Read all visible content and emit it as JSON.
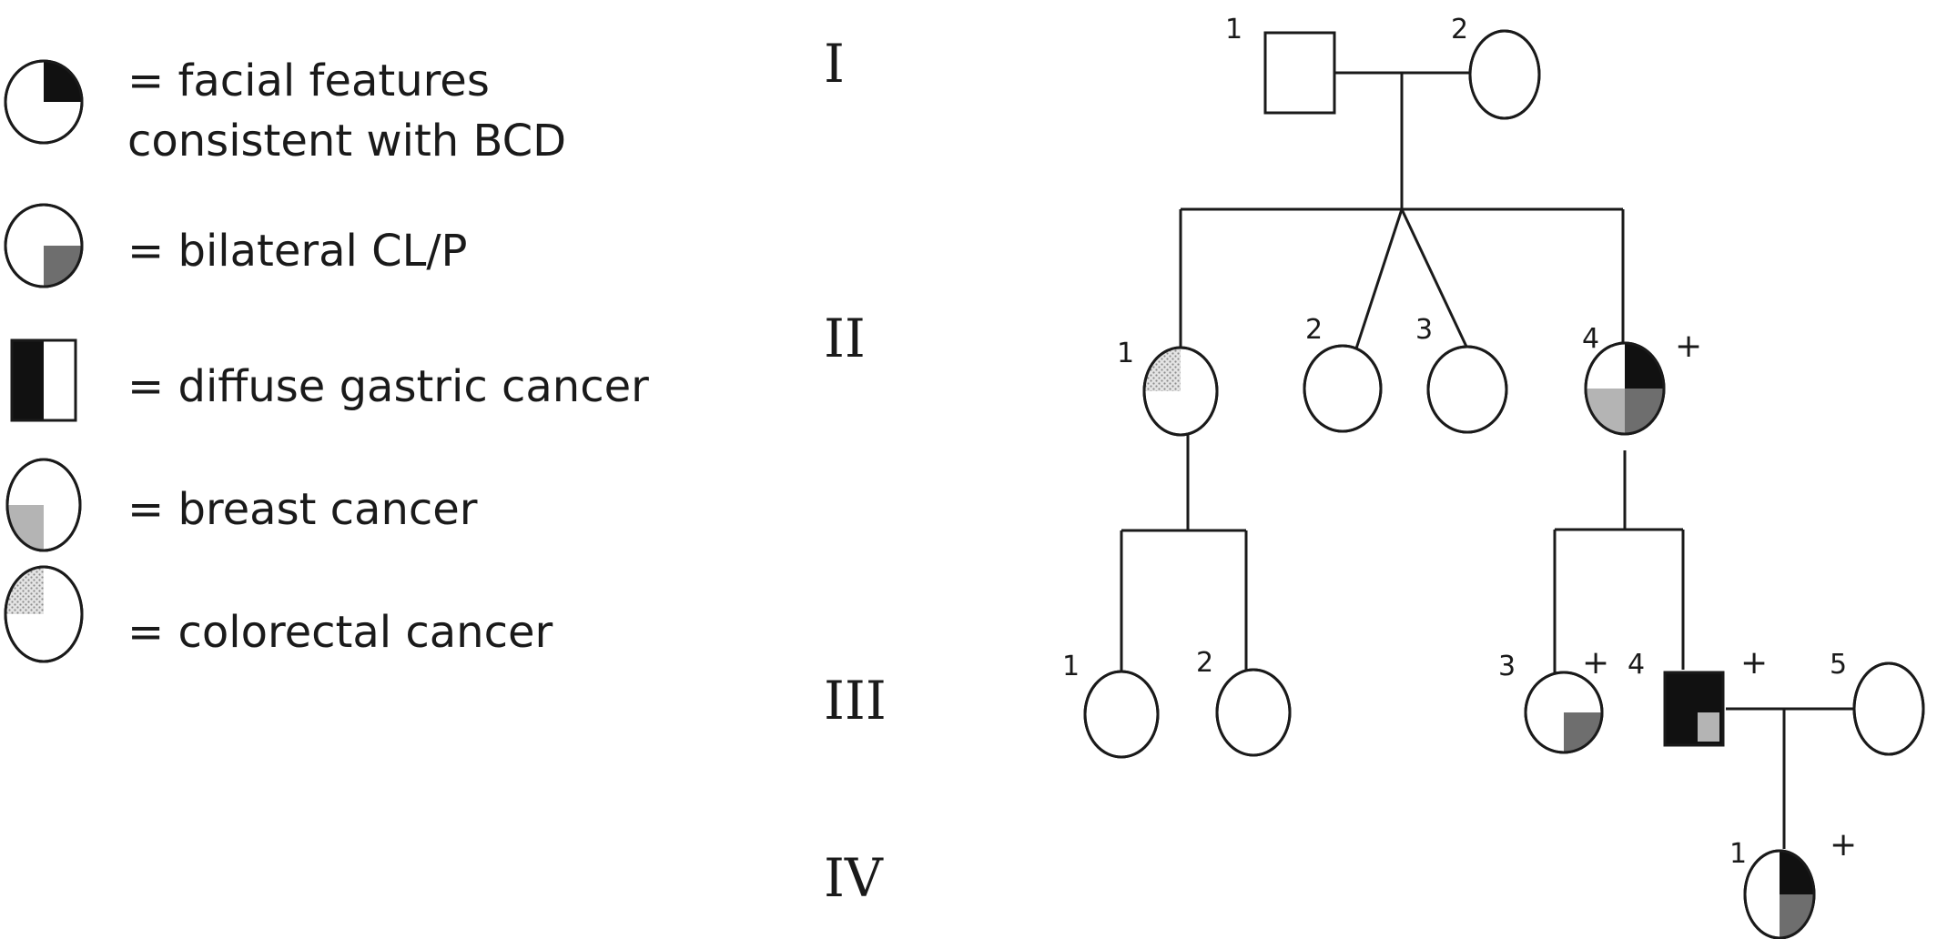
{
  "legend": {
    "items": [
      {
        "lines": [
          "= facial features",
          "consistent with BCD"
        ],
        "symbol": "circle",
        "marks": [
          "facial"
        ]
      },
      {
        "lines": [
          "= bilateral CL/P"
        ],
        "symbol": "circle",
        "marks": [
          "clp"
        ]
      },
      {
        "lines": [
          "= diffuse gastric cancer"
        ],
        "symbol": "square",
        "marks": [
          "gastric"
        ]
      },
      {
        "lines": [
          "= breast cancer"
        ],
        "symbol": "circle",
        "marks": [
          "breast"
        ]
      },
      {
        "lines": [
          "= colorectal cancer"
        ],
        "symbol": "circle",
        "marks": [
          "colorectal"
        ]
      }
    ]
  },
  "generations": [
    "I",
    "II",
    "III",
    "IV"
  ],
  "individuals": [
    {
      "id": "I-1",
      "label": "1",
      "sex": "male",
      "marks": [],
      "plus": false
    },
    {
      "id": "I-2",
      "label": "2",
      "sex": "female",
      "marks": [],
      "plus": false
    },
    {
      "id": "II-1",
      "label": "1",
      "sex": "female",
      "marks": [
        "colorectal"
      ],
      "plus": false
    },
    {
      "id": "II-2",
      "label": "2",
      "sex": "female",
      "marks": [],
      "plus": false
    },
    {
      "id": "II-3",
      "label": "3",
      "sex": "female",
      "marks": [],
      "plus": false
    },
    {
      "id": "II-4",
      "label": "4",
      "sex": "female",
      "marks": [
        "facial",
        "clp",
        "breast"
      ],
      "plus": true
    },
    {
      "id": "III-1",
      "label": "1",
      "sex": "female",
      "marks": [],
      "plus": false
    },
    {
      "id": "III-2",
      "label": "2",
      "sex": "female",
      "marks": [],
      "plus": false
    },
    {
      "id": "III-3",
      "label": "3",
      "sex": "female",
      "marks": [
        "clp"
      ],
      "plus": true
    },
    {
      "id": "III-4",
      "label": "4",
      "sex": "male",
      "marks": [
        "gastric",
        "breast"
      ],
      "plus": true
    },
    {
      "id": "III-5",
      "label": "5",
      "sex": "female",
      "marks": [],
      "plus": false
    },
    {
      "id": "IV-1",
      "label": "1",
      "sex": "female",
      "marks": [
        "facial",
        "clp"
      ],
      "plus": true
    }
  ],
  "plus_symbol": "+",
  "colors": {
    "facial": "#111111",
    "clp": "#6e6e6e",
    "gastric": "#111111",
    "breast": "#b4b4b4",
    "colorectal_bg": "#e4e4e4",
    "colorectal_dot": "#8c8c8c",
    "line": "#1a1a1a"
  }
}
